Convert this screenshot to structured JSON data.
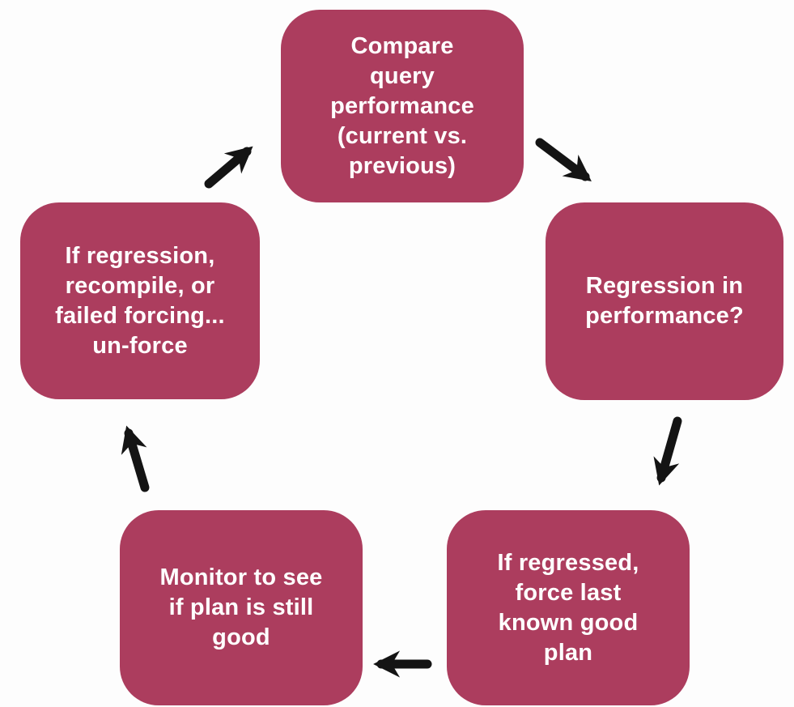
{
  "diagram": {
    "type": "cycle-flowchart",
    "colors": {
      "node_fill": "#AC3D5E",
      "node_text": "#FFFFFF",
      "arrow": "#141414",
      "background": "#FDFDFD"
    },
    "nodes": [
      {
        "id": "compare",
        "position": "top",
        "label": "Compare\nquery\nperformance\n(current vs.\nprevious)"
      },
      {
        "id": "regression",
        "position": "right",
        "label": "Regression in\nperformance?"
      },
      {
        "id": "force",
        "position": "bottom-right",
        "label": "If regressed,\nforce last\nknown good\nplan"
      },
      {
        "id": "monitor",
        "position": "bottom-left",
        "label": "Monitor to see\nif plan is still\ngood"
      },
      {
        "id": "unforce",
        "position": "left",
        "label": "If regression,\nrecompile, or\nfailed forcing...\nun-force"
      }
    ],
    "edges": [
      {
        "from": "compare",
        "to": "regression",
        "direction": "down-right"
      },
      {
        "from": "regression",
        "to": "force",
        "direction": "down"
      },
      {
        "from": "force",
        "to": "monitor",
        "direction": "left"
      },
      {
        "from": "monitor",
        "to": "unforce",
        "direction": "up"
      },
      {
        "from": "unforce",
        "to": "compare",
        "direction": "up-right"
      }
    ]
  }
}
